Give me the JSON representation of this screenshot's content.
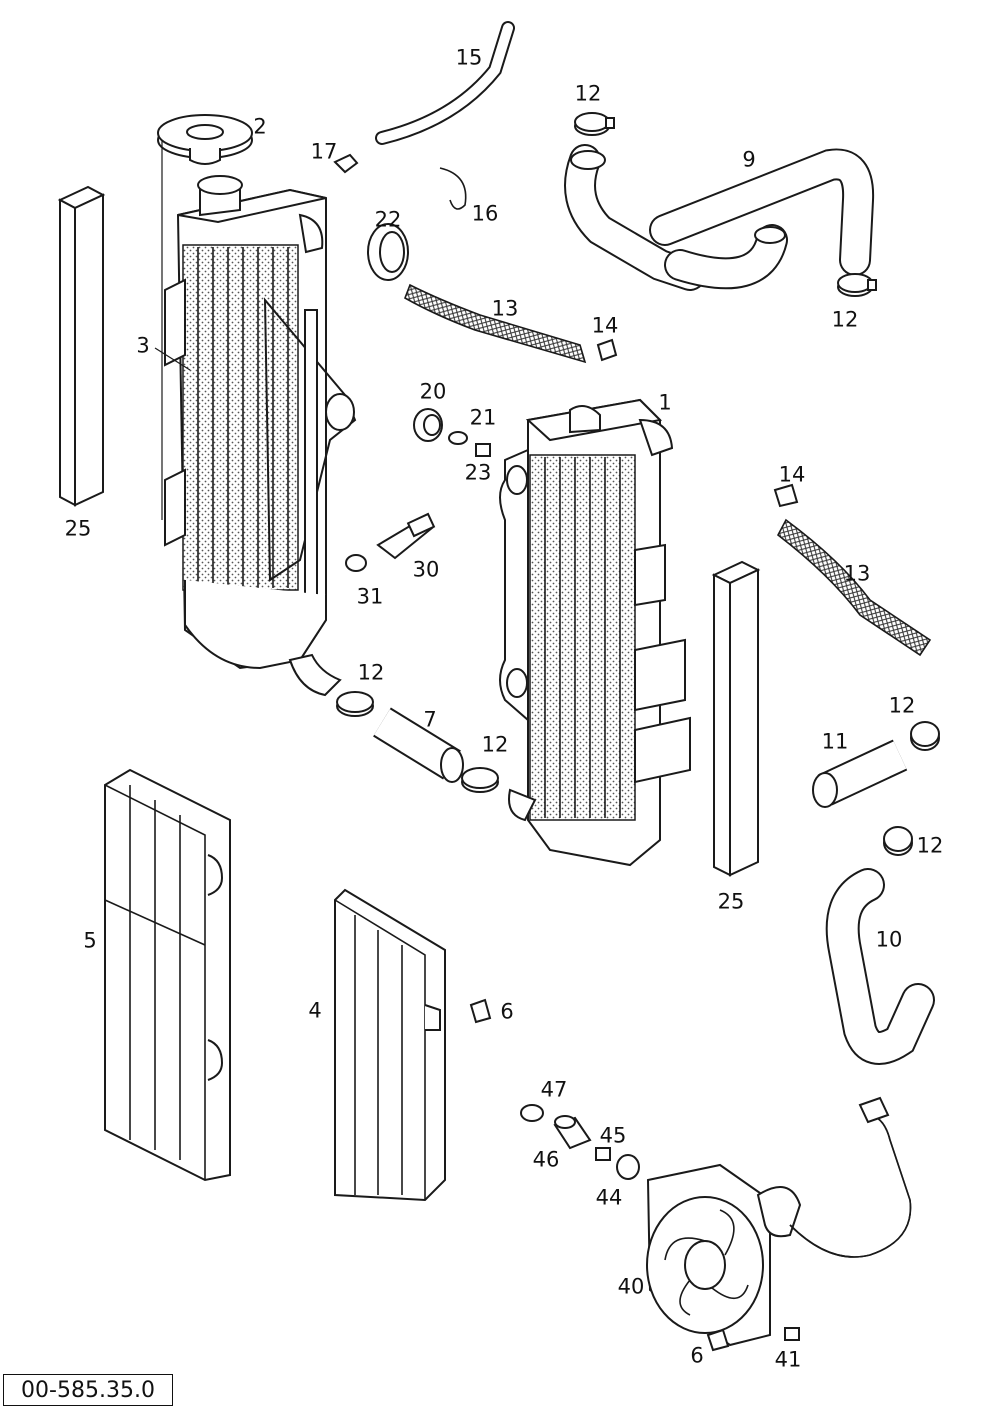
{
  "drawing_code": "00-585.35.0",
  "callouts": [
    {
      "id": "c15a",
      "text": "15"
    },
    {
      "id": "c12a",
      "text": "12"
    },
    {
      "id": "c2",
      "text": "2"
    },
    {
      "id": "c17",
      "text": "17"
    },
    {
      "id": "c9",
      "text": "9"
    },
    {
      "id": "c16",
      "text": "16"
    },
    {
      "id": "c22",
      "text": "22"
    },
    {
      "id": "c13a",
      "text": "13"
    },
    {
      "id": "c12b",
      "text": "12"
    },
    {
      "id": "c14a",
      "text": "14"
    },
    {
      "id": "c3",
      "text": "3"
    },
    {
      "id": "c20",
      "text": "20"
    },
    {
      "id": "c1",
      "text": "1"
    },
    {
      "id": "c21",
      "text": "21"
    },
    {
      "id": "c23",
      "text": "23"
    },
    {
      "id": "c14b",
      "text": "14"
    },
    {
      "id": "c25a",
      "text": "25"
    },
    {
      "id": "c30",
      "text": "30"
    },
    {
      "id": "c13b",
      "text": "13"
    },
    {
      "id": "c31",
      "text": "31"
    },
    {
      "id": "c12c",
      "text": "12"
    },
    {
      "id": "c7",
      "text": "7"
    },
    {
      "id": "c12d",
      "text": "12"
    },
    {
      "id": "c12e",
      "text": "12"
    },
    {
      "id": "c11",
      "text": "11"
    },
    {
      "id": "c12f",
      "text": "12"
    },
    {
      "id": "c25b",
      "text": "25"
    },
    {
      "id": "c5",
      "text": "5"
    },
    {
      "id": "c10",
      "text": "10"
    },
    {
      "id": "c4",
      "text": "4"
    },
    {
      "id": "c6a",
      "text": "6"
    },
    {
      "id": "c47",
      "text": "47"
    },
    {
      "id": "c45",
      "text": "45"
    },
    {
      "id": "c46",
      "text": "46"
    },
    {
      "id": "c44",
      "text": "44"
    },
    {
      "id": "c40",
      "text": "40"
    },
    {
      "id": "c6b",
      "text": "6"
    },
    {
      "id": "c41",
      "text": "41"
    }
  ]
}
